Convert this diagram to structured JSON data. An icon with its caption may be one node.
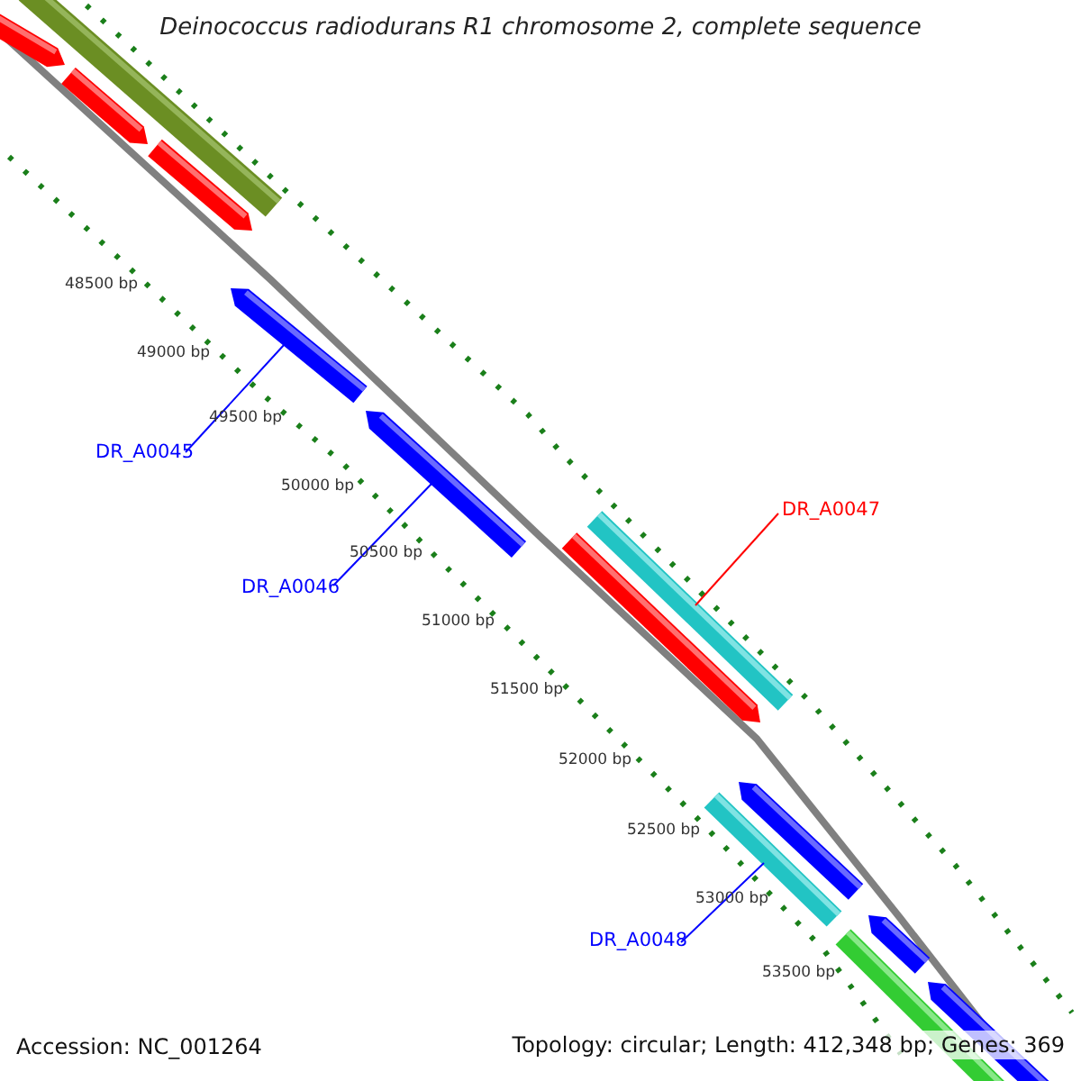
{
  "diagram": {
    "title": "Deinococcus radiodurans R1 chromosome 2, complete sequence",
    "nodes": [
      {
        "text": [],
        "shape": "bar"
      },
      {
        "text": [],
        "shape": "bar"
      },
      {
        "text": [],
        "shape": "bar"
      },
      {
        "text": [],
        "shape": "bar"
      },
      {
        "text": [],
        "shape": "bar"
      },
      {
        "text": [
          "DR_A0045"
        ]
      },
      {
        "text": [],
        "shape": "bar"
      },
      {
        "text": [
          "DR_A0046"
        ]
      },
      {
        "text": [],
        "shape": "bar"
      },
      {
        "text": [
          "DR_A0047"
        ]
      },
      {
        "text": [],
        "shape": "bar"
      },
      {
        "text": [],
        "shape": "bar"
      },
      {
        "text": [],
        "shape": "bar"
      },
      {
        "text": [
          "DR_A0048"
        ]
      },
      {
        "text": [],
        "shape": "bar"
      },
      {
        "text": [],
        "shape": "bar"
      },
      {
        "text": [],
        "shape": "bar"
      }
    ],
    "edges": [
      {
        "from": 5,
        "to": 4,
        "arrow": "none"
      },
      {
        "from": 7,
        "to": 6,
        "arrow": "none"
      },
      {
        "from": 9,
        "to": 8,
        "arrow": "none",
        "color": "#ff0000"
      },
      {
        "from": 13,
        "to": 12,
        "arrow": "none"
      }
    ],
    "labels": [
      "48500 bp",
      "49000 bp",
      "49500 bp",
      "50000 bp",
      "50500 bp",
      "51000 bp",
      "51500 bp",
      "52000 bp",
      "52500 bp",
      "53000 bp",
      "53500 bp",
      "Accession: NC_001264",
      "Topology: circular; Length: 412,348 bp; Genes: 369"
    ]
  }
}
